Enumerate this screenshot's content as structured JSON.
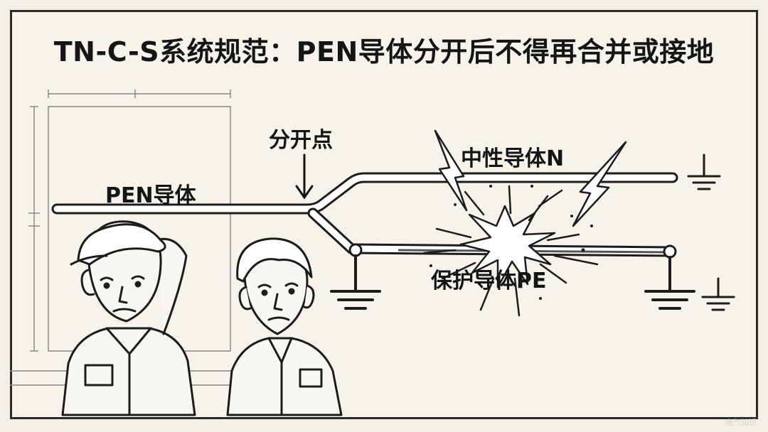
{
  "title": "TN-C-S系统规范：PEN导体分开后不得再合并或接地",
  "labels": {
    "pen_conductor": "PEN导体",
    "split_point": "分开点",
    "neutral_conductor": "中性导体N",
    "protective_conductor": "保护导体PE"
  },
  "watermark": "电气知识"
}
